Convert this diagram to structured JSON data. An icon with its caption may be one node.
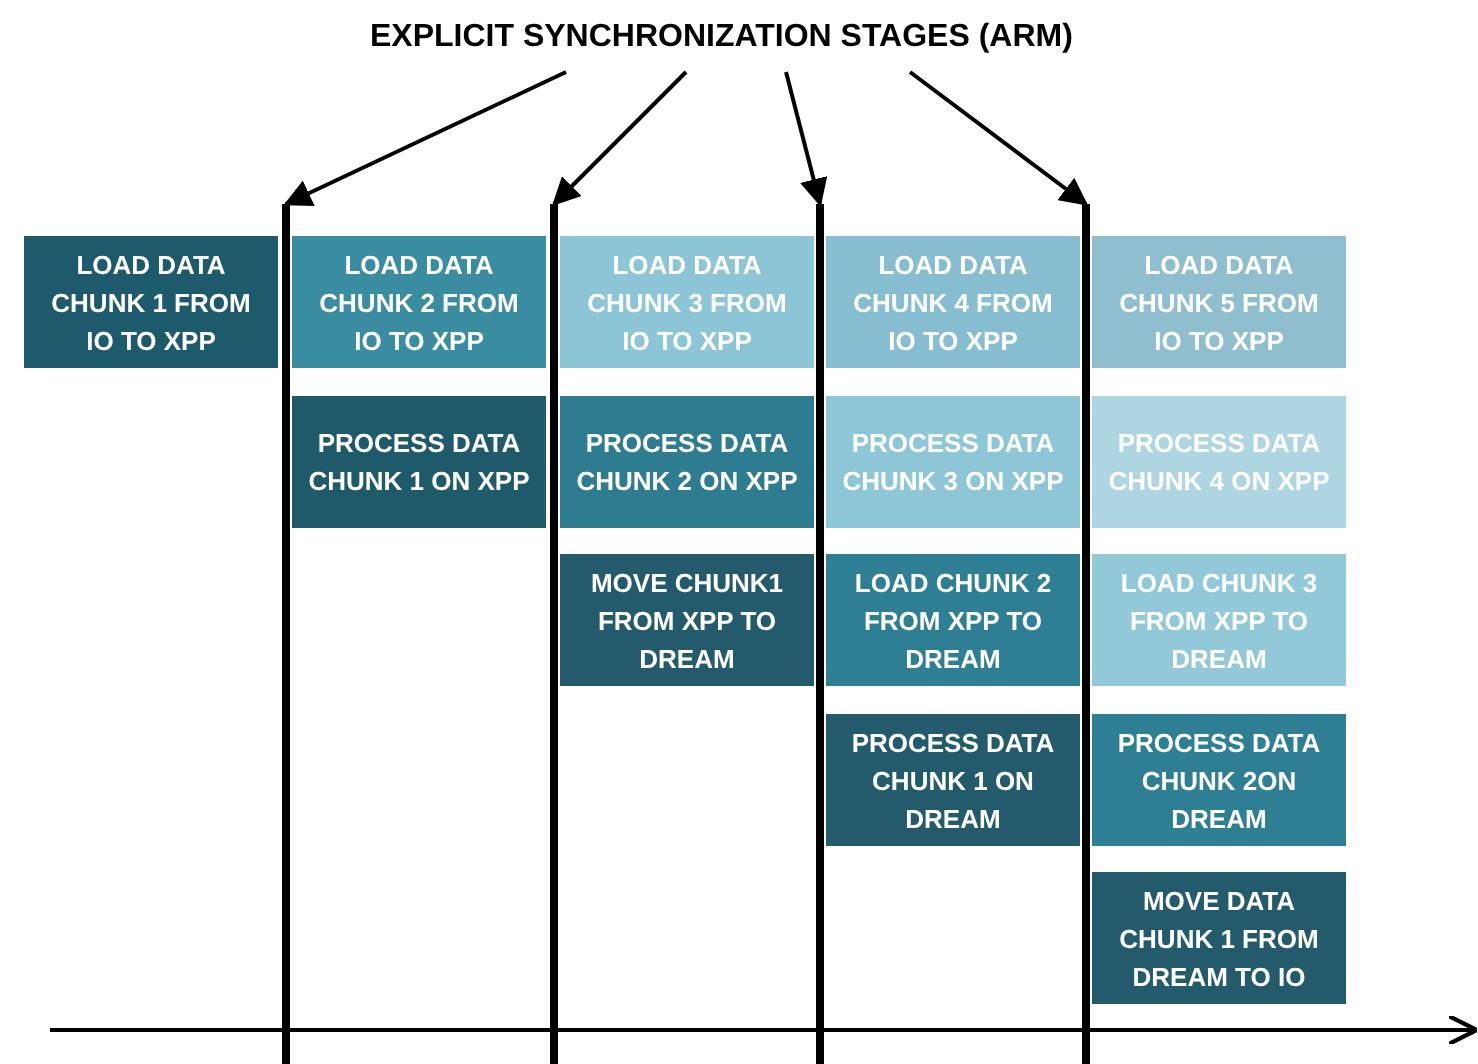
{
  "diagram": {
    "nodes": [
      {
        "text": [
          "EXPLICIT SYNCHRONIZATION STAGES (ARM)"
        ]
      },
      {
        "text": [],
        "shape": "bar"
      },
      {
        "text": [],
        "shape": "bar"
      },
      {
        "text": [],
        "shape": "bar"
      },
      {
        "text": [],
        "shape": "bar"
      },
      {
        "text": [
          "LOAD DATA CHUNK 1 FROM IO TO XPP"
        ]
      },
      {
        "text": [
          "LOAD DATA CHUNK 2 FROM IO TO XPP"
        ]
      },
      {
        "text": [
          "LOAD DATA CHUNK 3 FROM IO TO XPP"
        ]
      },
      {
        "text": [
          "LOAD DATA CHUNK 4 FROM IO TO XPP"
        ]
      },
      {
        "text": [
          "LOAD DATA CHUNK 5 FROM IO TO XPP"
        ]
      },
      {
        "text": [
          "PROCESS DATA CHUNK 1 ON XPP"
        ]
      },
      {
        "text": [
          "PROCESS DATA CHUNK 2 ON XPP"
        ]
      },
      {
        "text": [
          "PROCESS DATA CHUNK 3 ON XPP"
        ]
      },
      {
        "text": [
          "PROCESS DATA CHUNK 4 ON XPP"
        ]
      },
      {
        "text": [
          "MOVE CHUNK1 FROM XPP TO DREAM"
        ]
      },
      {
        "text": [
          "LOAD CHUNK 2 FROM XPP TO DREAM"
        ]
      },
      {
        "text": [
          "LOAD CHUNK 3 FROM XPP TO DREAM"
        ]
      },
      {
        "text": [
          "PROCESS DATA CHUNK 1 ON DREAM"
        ]
      },
      {
        "text": [
          "PROCESS DATA CHUNK 2ON DREAM"
        ]
      },
      {
        "text": [
          "MOVE DATA CHUNK 1 FROM DREAM TO IO"
        ]
      }
    ],
    "edges": [
      {
        "from": 0,
        "to": 1,
        "arrow": "to"
      },
      {
        "from": 0,
        "to": 2,
        "arrow": "to"
      },
      {
        "from": 0,
        "to": 3,
        "arrow": "to"
      },
      {
        "from": 0,
        "to": 4,
        "arrow": "to"
      }
    ]
  }
}
